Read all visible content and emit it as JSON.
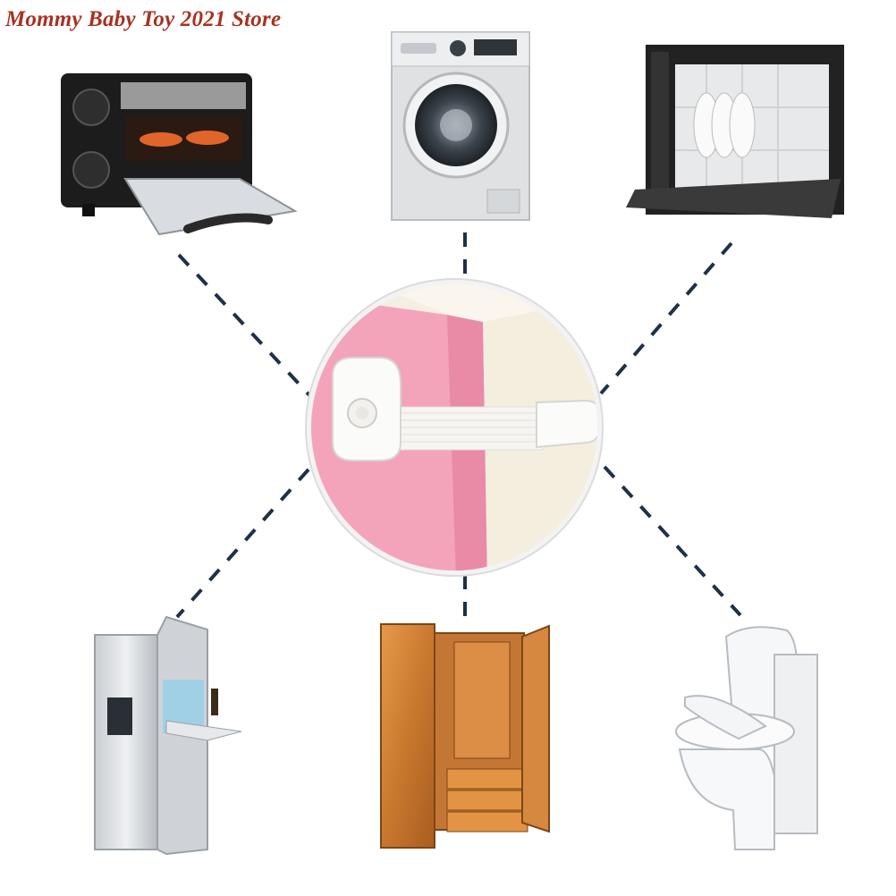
{
  "store": {
    "watermark": "Mommy Baby Toy 2021 Store"
  },
  "colors": {
    "watermark": "#a83222",
    "connector": "#1f3047",
    "pink_surface": "#f3a4bb",
    "cream_surface": "#f5efe3"
  },
  "center": {
    "subject": "child safety strap lock on cabinet corner"
  },
  "appliances": [
    {
      "name": "toaster-oven",
      "position": "top-left"
    },
    {
      "name": "washing-machine",
      "position": "top-center"
    },
    {
      "name": "dishwasher",
      "position": "top-right"
    },
    {
      "name": "refrigerator",
      "position": "bottom-left"
    },
    {
      "name": "wardrobe",
      "position": "bottom-center"
    },
    {
      "name": "toilet",
      "position": "bottom-right"
    }
  ]
}
